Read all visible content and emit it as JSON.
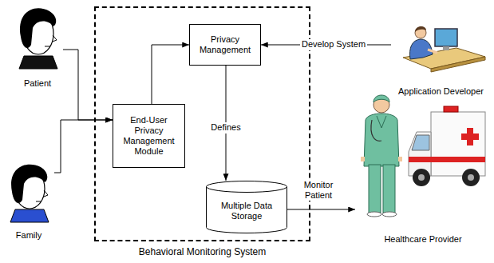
{
  "diagram": {
    "nodes": [
      {
        "text": [
          "Patient"
        ]
      },
      {
        "text": [
          "Family"
        ]
      },
      {
        "text": [
          "Behavioral Monitoring System"
        ]
      },
      {
        "text": [
          "Privacy Management"
        ],
        "in": 2
      },
      {
        "text": [
          "End-User Privacy Management Module"
        ],
        "in": 2
      },
      {
        "text": [
          "Multiple Data Storage"
        ],
        "in": 2
      },
      {
        "text": [
          "Application Developer"
        ]
      },
      {
        "text": [
          "Healthcare Provider"
        ]
      }
    ],
    "edges": [
      {
        "from": 0,
        "to": 4,
        "arrow": "to"
      },
      {
        "from": 1,
        "to": 4,
        "arrow": "to"
      },
      {
        "from": 4,
        "to": 3,
        "arrow": "to"
      },
      {
        "from": 6,
        "to": 3,
        "label": "Develop System",
        "arrow": "to"
      },
      {
        "from": 3,
        "to": 5,
        "label": "Defines",
        "arrow": "to"
      },
      {
        "from": 5,
        "to": 7,
        "label": "Monitor Patient",
        "arrow": "to"
      }
    ]
  }
}
